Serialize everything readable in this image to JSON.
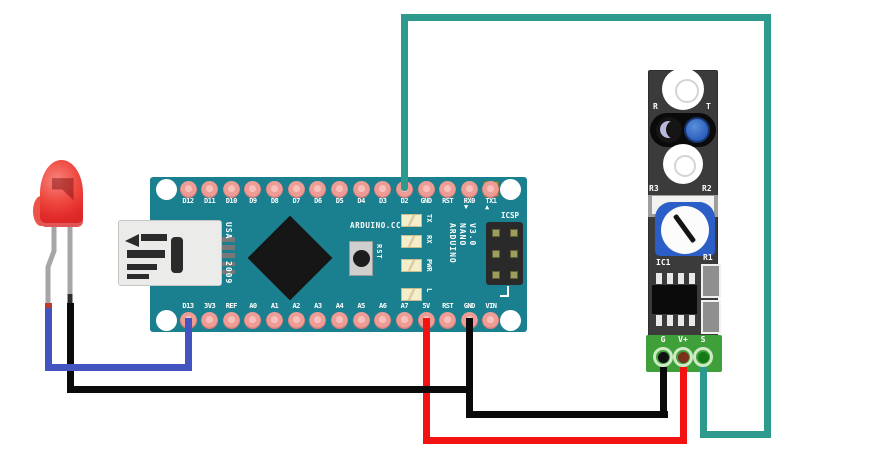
{
  "colors": {
    "board_teal": "#1a7f8e",
    "module_pcb": "#3b3b3b",
    "terminal_green": "#3fa039",
    "pot_blue": "#2b5ec6",
    "led_body_red": "#e53030",
    "wire_teal": "#2d9a8d",
    "wire_red": "#f21212",
    "wire_black": "#0a0a0a",
    "wire_blue": "#4353c0",
    "pin_salmon": "#ee9d96",
    "icsp_pin_olive": "#9d9d5e"
  },
  "arduino": {
    "top_pins": [
      "D12",
      "D11",
      "D10",
      "D9",
      "D8",
      "D7",
      "D6",
      "D5",
      "D4",
      "D3",
      "D2",
      "GND",
      "RST",
      "RX0",
      "TX1"
    ],
    "bottom_pins": [
      "D13",
      "3V3",
      "REF",
      "A0",
      "A1",
      "A2",
      "A3",
      "A4",
      "A5",
      "A6",
      "A7",
      "5V",
      "RST",
      "GND",
      "VIN"
    ],
    "usb_text_1": "USA",
    "usb_text_2": "2009",
    "website": "ARDUINO.CC",
    "reset_label": "RST",
    "indicator_leds": [
      "TX",
      "RX",
      "PWR",
      "L"
    ],
    "board_name_lines": [
      "ARDUINO",
      "NANO",
      "V3.0"
    ],
    "icsp_label": "ICSP",
    "rx_marker": "▼",
    "tx_marker": "▲"
  },
  "ir_sensor": {
    "receiver_label": "R",
    "transmitter_label": "T",
    "r3_label": "R3",
    "r2_label": "R2",
    "r1_label": "R1",
    "ic_label": "IC1",
    "terminals": [
      {
        "label": "G",
        "hole_color": "#101010",
        "connected_wire": "ground-wire"
      },
      {
        "label": "V+",
        "hole_color": "#7a301a",
        "connected_wire": "power-wire"
      },
      {
        "label": "S",
        "hole_color": "#157a15",
        "connected_wire": "signal-wire"
      }
    ]
  },
  "wires": [
    {
      "name": "signal-wire",
      "color": "#2d9a8d",
      "from": "IR sensor S",
      "to": "Nano D2",
      "segments": [
        [
          401,
          14,
          7,
          177
        ],
        [
          401,
          14,
          370,
          7
        ],
        [
          764,
          14,
          7,
          424
        ],
        [
          699.5,
          431,
          71.5,
          7
        ],
        [
          699.5,
          367,
          7,
          71
        ]
      ]
    },
    {
      "name": "power-wire",
      "color": "#f21212",
      "from": "Nano 5V",
      "to": "IR sensor V+",
      "segments": [
        [
          422.5,
          318,
          7,
          126
        ],
        [
          422.5,
          437,
          264,
          7
        ],
        [
          679.5,
          367,
          7,
          77
        ]
      ]
    },
    {
      "name": "ground-wire",
      "color": "#0a0a0a",
      "from": "Nano GND",
      "to": "IR sensor G",
      "segments": [
        [
          465.8,
          318,
          7,
          100
        ],
        [
          465.8,
          411,
          202,
          7
        ],
        [
          659.5,
          367,
          7,
          51
        ]
      ]
    },
    {
      "name": "led-cathode-wire",
      "color": "#0a0a0a",
      "from": "LED cathode",
      "to": "ground-wire junction",
      "segments": [
        [
          66.5,
          303,
          7,
          90
        ],
        [
          66.5,
          386,
          406.3,
          7
        ]
      ]
    },
    {
      "name": "led-anode-wire",
      "color": "#4353c0",
      "from": "LED anode",
      "to": "Nano D13",
      "segments": [
        [
          44.5,
          308,
          7,
          63
        ],
        [
          44.5,
          364,
          147,
          7
        ],
        [
          184.5,
          318,
          7,
          53
        ]
      ]
    }
  ]
}
